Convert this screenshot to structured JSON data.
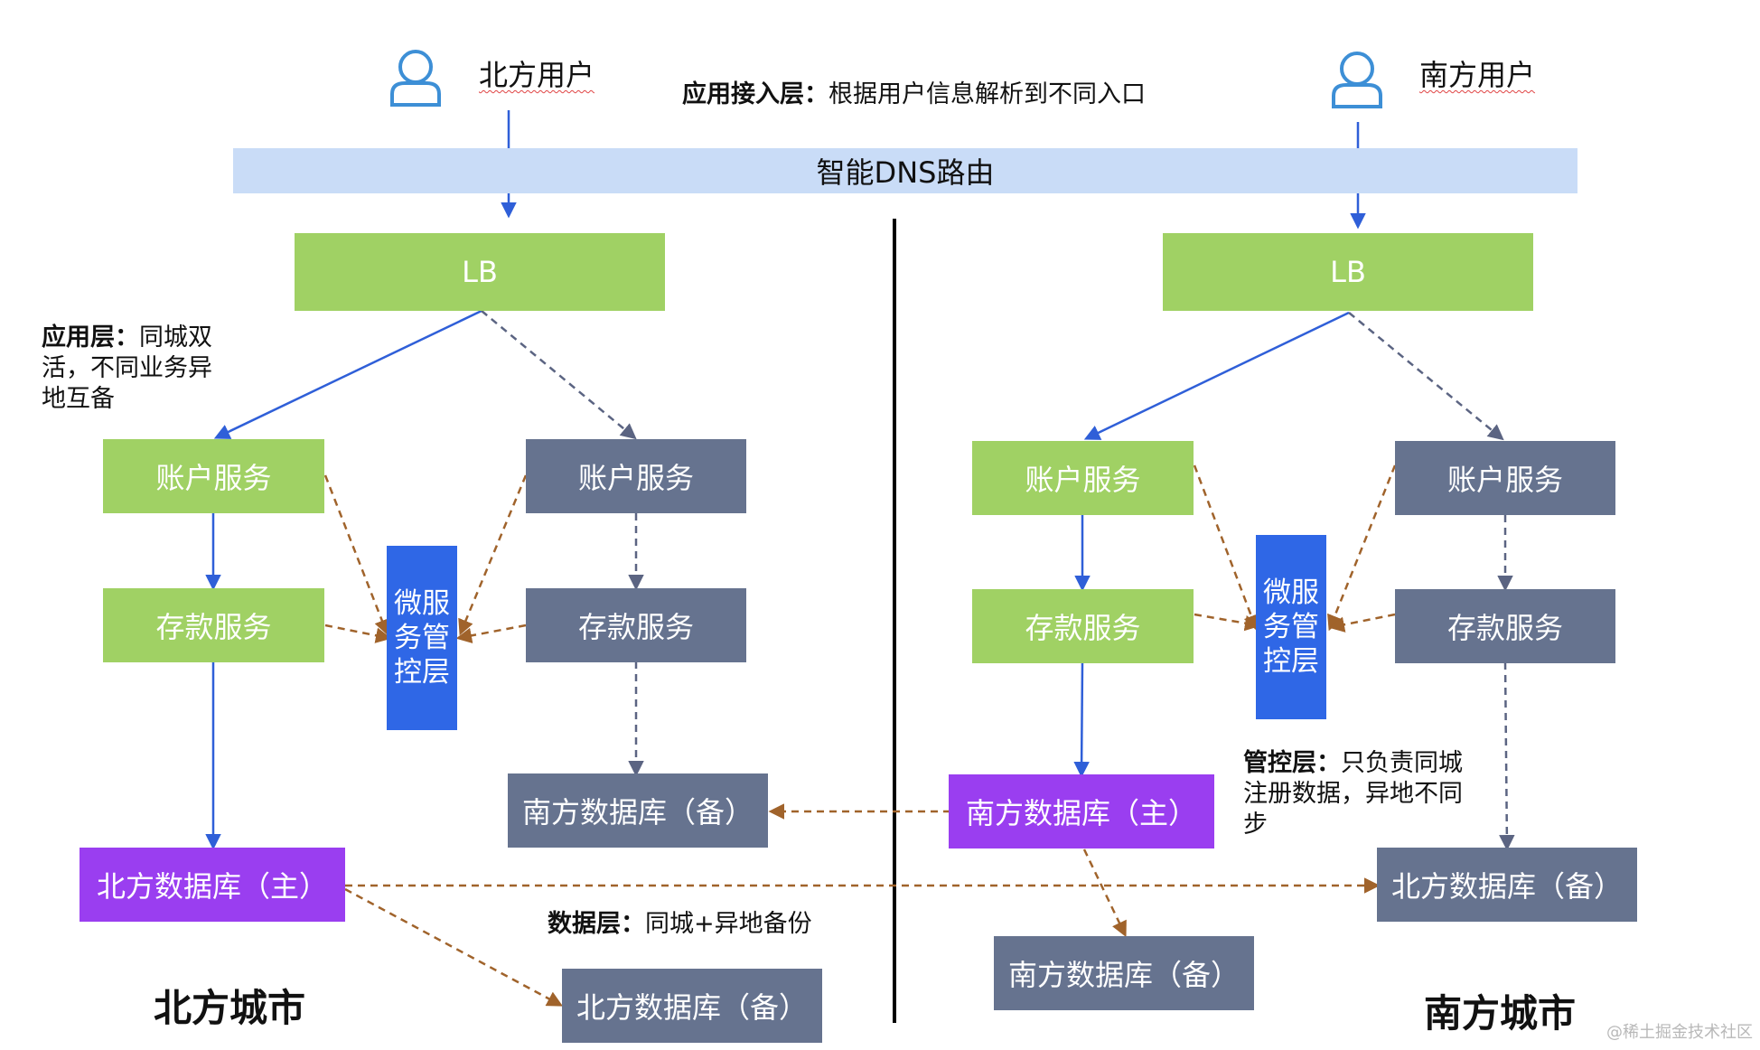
{
  "users": {
    "north": "北方用户",
    "south": "南方用户"
  },
  "access_note": {
    "bold": "应用接入层：",
    "text": "根据用户信息解析到不同入口"
  },
  "dns": "智能DNS路由",
  "app_note": {
    "bold": "应用层：",
    "text": "同城双活，不同业务异地互备"
  },
  "control_note": {
    "bold": "管控层：",
    "text": "只负责同城注册数据，异地不同步"
  },
  "data_note": {
    "bold": "数据层：",
    "text": "同城+异地备份"
  },
  "north": {
    "lb": "LB",
    "account_primary": "账户服务",
    "account_backup": "账户服务",
    "deposit_primary": "存款服务",
    "deposit_backup": "存款服务",
    "micro": "微服务管控层",
    "south_db_backup": "南方数据库（备）",
    "north_db_primary": "北方数据库（主）",
    "north_db_backup": "北方数据库（备）",
    "city": "北方城市"
  },
  "south": {
    "lb": "LB",
    "account_primary": "账户服务",
    "account_backup": "账户服务",
    "deposit_primary": "存款服务",
    "deposit_backup": "存款服务",
    "micro": "微服务管控层",
    "south_db_primary": "南方数据库（主）",
    "north_db_backup": "北方数据库（备）",
    "south_db_backup": "南方数据库（备）",
    "city": "南方城市"
  },
  "watermark": "@稀土掘金技术社区",
  "colors": {
    "primary_service": "#a0d164",
    "backup_service": "#66738f",
    "primary_db": "#9a3ef0",
    "control_layer": "#2f67e6",
    "dns_band": "#c9dcf7",
    "solid_arrow": "#2f5fd8",
    "replication_arrow": "#a0632b",
    "standby_arrow": "#5b6482"
  },
  "icons": [
    "user-icon",
    "user-icon"
  ]
}
